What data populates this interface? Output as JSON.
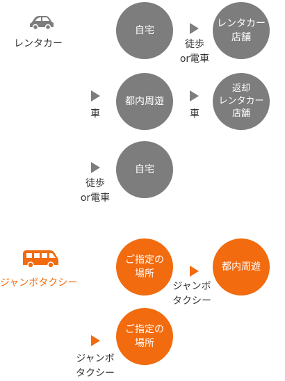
{
  "colors": {
    "rental": "#7d7d7d",
    "jumbo": "#f26b0f",
    "text": "#333333"
  },
  "rental": {
    "icon": "car-icon",
    "label": "レンタカー",
    "row1": {
      "home": "自宅",
      "via": "徒歩\nor電車",
      "shop": "レンタカー\n店舗"
    },
    "row2": {
      "via_in": "車",
      "tour": "都内周遊",
      "via_out": "車",
      "return": "返却\nレンタカー\n店舗"
    },
    "row3": {
      "via": "徒歩\nor電車",
      "home": "自宅"
    }
  },
  "jumbo": {
    "icon": "van-icon",
    "label": "ジャンボタクシー",
    "row1": {
      "pickup": "ご指定の\n場所",
      "via": "ジャンボ\nタクシー",
      "tour": "都内周遊"
    },
    "row2": {
      "via": "ジャンボ\nタクシー",
      "dropoff": "ご指定の\n場所"
    }
  }
}
